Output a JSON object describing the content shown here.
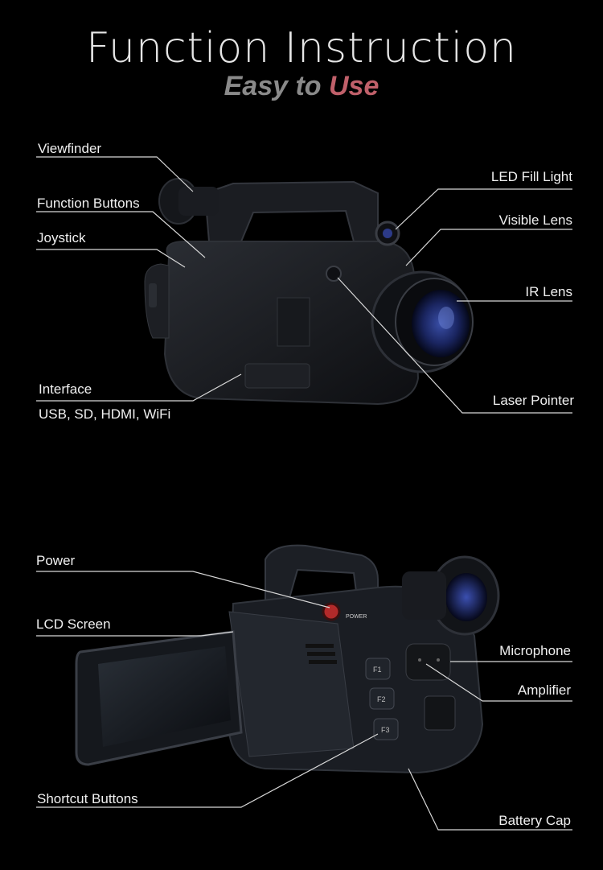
{
  "header": {
    "title": "Function Instruction",
    "subtitle_part1": "Easy to ",
    "subtitle_part2": "Use"
  },
  "callouts_top": {
    "viewfinder": "Viewfinder",
    "function_buttons": "Function Buttons",
    "joystick": "Joystick",
    "interface": "Interface",
    "interface_detail": "USB, SD, HDMI, WiFi",
    "led_fill_light": "LED Fill Light",
    "visible_lens": "Visible Lens",
    "ir_lens": "IR Lens",
    "laser_pointer": "Laser Pointer"
  },
  "callouts_bottom": {
    "power": "Power",
    "lcd_screen": "LCD Screen",
    "shortcut_buttons": "Shortcut Buttons",
    "microphone": "Microphone",
    "amplifier": "Amplifier",
    "battery_cap": "Battery Cap"
  },
  "device_markings": {
    "power_text": "POWER",
    "f1": "F1",
    "f2": "F2",
    "f3": "F3"
  }
}
